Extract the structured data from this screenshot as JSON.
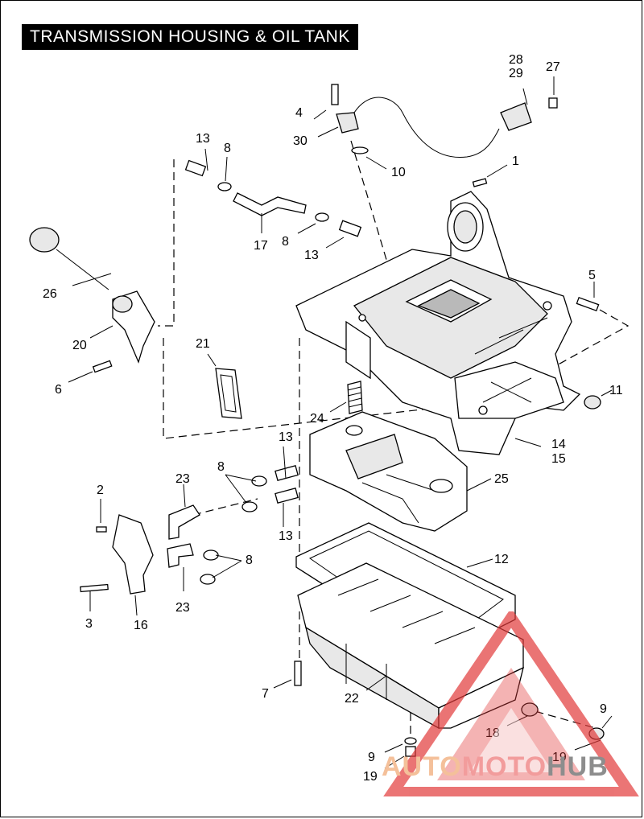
{
  "title": "TRANSMISSION HOUSING & OIL TANK",
  "callouts": {
    "c1": "1",
    "c2": "2",
    "c3": "3",
    "c4": "4",
    "c5": "5",
    "c6": "6",
    "c7": "7",
    "c8a": "8",
    "c8b": "8",
    "c8c": "8",
    "c8d": "8",
    "c9a": "9",
    "c9b": "9",
    "c10": "10",
    "c11": "11",
    "c12": "12",
    "c13a": "13",
    "c13b": "13",
    "c13c": "13",
    "c13d": "13",
    "c14": "14",
    "c15": "15",
    "c16": "16",
    "c17": "17",
    "c18": "18",
    "c19a": "19",
    "c19b": "19",
    "c20": "20",
    "c21": "21",
    "c22": "22",
    "c23a": "23",
    "c23b": "23",
    "c24": "24",
    "c25": "25",
    "c26": "26",
    "c27": "27",
    "c28": "28",
    "c29": "29",
    "c30": "30"
  },
  "watermark": {
    "part1": "AUTO",
    "part2": "MOTO",
    "part3": "HUB"
  },
  "colors": {
    "watermark_red": "#e23a3a",
    "watermark_orange": "#f4c09a",
    "watermark_gray": "#8d8d8d"
  }
}
